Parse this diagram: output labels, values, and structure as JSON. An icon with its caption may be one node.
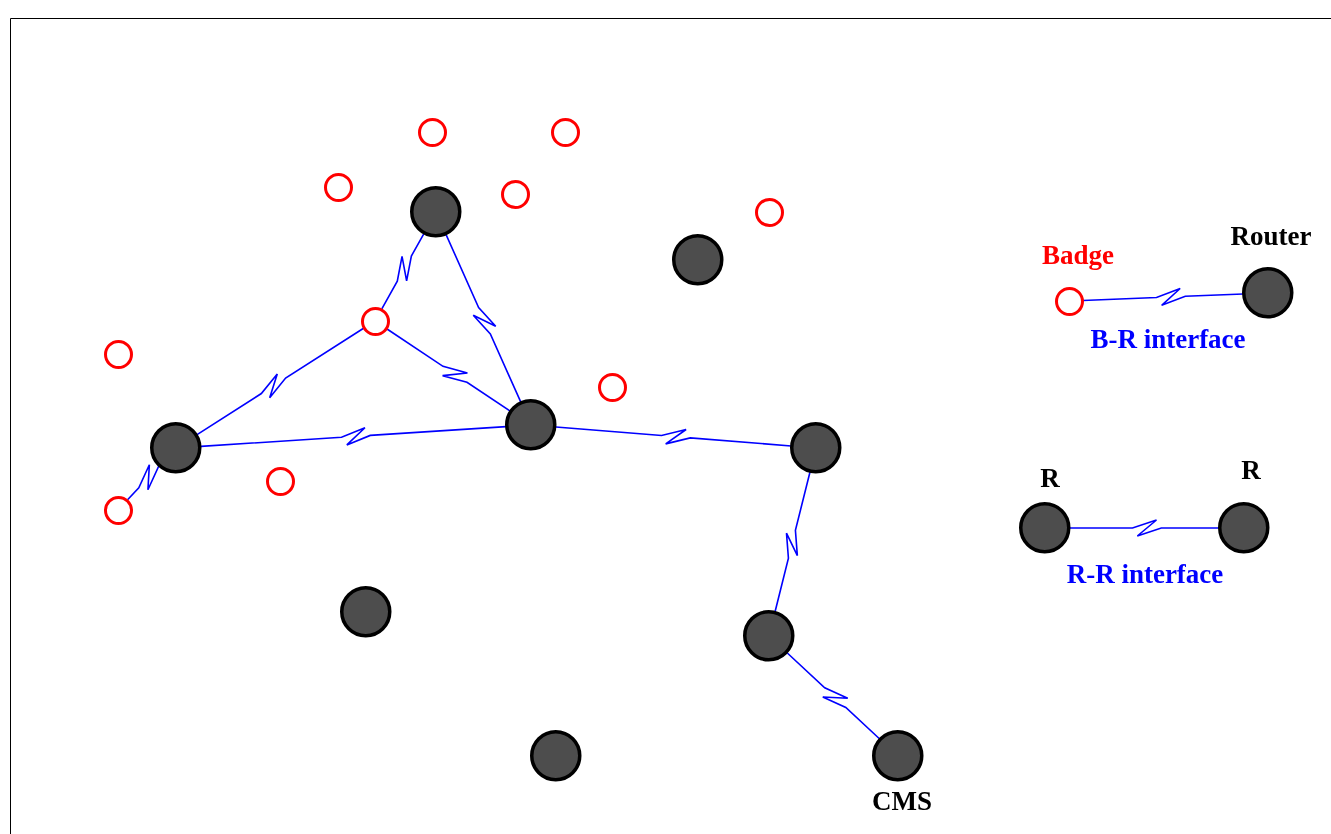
{
  "diagram": {
    "nodes": [
      {
        "text": [],
        "shape": "circle"
      },
      {
        "text": [],
        "shape": "circle"
      },
      {
        "text": [],
        "shape": "circle"
      },
      {
        "text": [],
        "shape": "circle"
      },
      {
        "text": [],
        "shape": "dot"
      },
      {
        "text": [],
        "shape": "circle"
      },
      {
        "text": [],
        "shape": "dot"
      },
      {
        "text": [],
        "shape": "circle"
      },
      {
        "text": [],
        "shape": "circle"
      },
      {
        "text": [],
        "shape": "circle"
      },
      {
        "text": [],
        "shape": "dot"
      },
      {
        "text": [],
        "shape": "dot"
      },
      {
        "text": [],
        "shape": "dot"
      },
      {
        "text": [],
        "shape": "circle"
      },
      {
        "text": [],
        "shape": "circle"
      },
      {
        "text": [],
        "shape": "dot"
      },
      {
        "text": [],
        "shape": "dot"
      },
      {
        "text": [],
        "shape": "dot"
      },
      {
        "text": [],
        "shape": "dot",
        "beside": [
          "CMS"
        ]
      },
      {
        "text": [],
        "shape": "circle",
        "beside": [
          "Badge"
        ]
      },
      {
        "text": [],
        "shape": "dot",
        "beside": [
          "Router"
        ]
      },
      {
        "text": [],
        "shape": "dot",
        "beside": [
          "R"
        ]
      },
      {
        "text": [],
        "shape": "dot",
        "beside": [
          "R"
        ]
      }
    ],
    "edges": [
      {
        "from": 4,
        "to": 7,
        "arrow": "none"
      },
      {
        "from": 4,
        "to": 10,
        "arrow": "none"
      },
      {
        "from": 7,
        "to": 11,
        "arrow": "none"
      },
      {
        "from": 7,
        "to": 10,
        "arrow": "none"
      },
      {
        "from": 11,
        "to": 10,
        "arrow": "none"
      },
      {
        "from": 14,
        "to": 11,
        "arrow": "none"
      },
      {
        "from": 10,
        "to": 12,
        "arrow": "none"
      },
      {
        "from": 12,
        "to": 16,
        "arrow": "none"
      },
      {
        "from": 16,
        "to": 18,
        "arrow": "none"
      },
      {
        "from": 19,
        "to": 20,
        "label": "B-R interface",
        "arrow": "none"
      },
      {
        "from": 21,
        "to": 22,
        "label": "R-R interface",
        "arrow": "none"
      }
    ]
  }
}
